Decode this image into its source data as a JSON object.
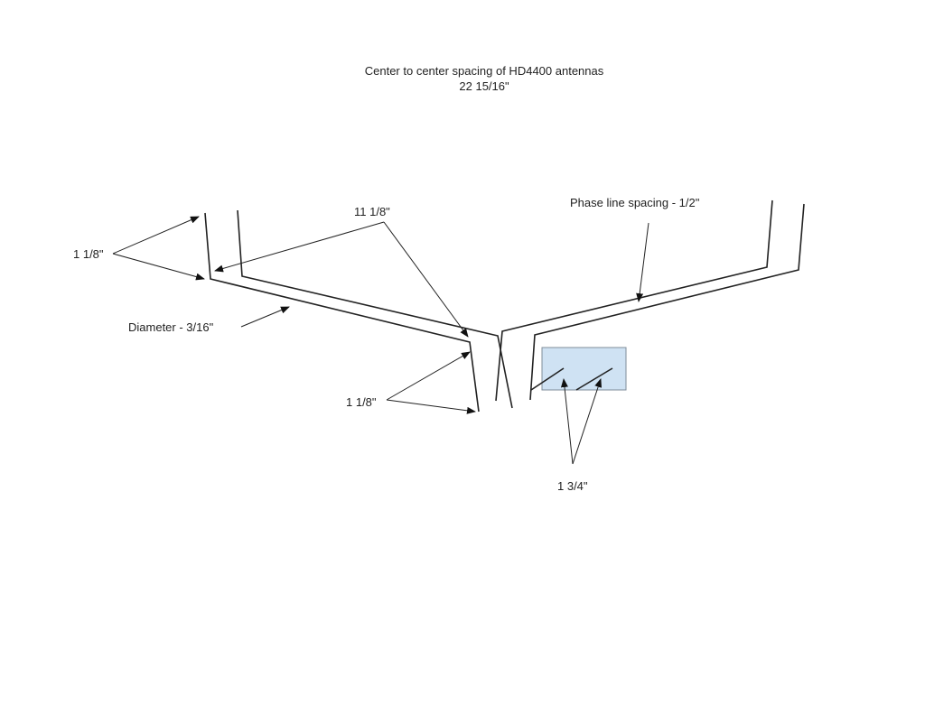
{
  "title": {
    "line1": "Center to center spacing of HD4400 antennas",
    "line2": "22 15/16\""
  },
  "labels": {
    "upper_left_gap": "1 1/8\"",
    "length": "11 1/8\"",
    "diameter": "Diameter - 3/16\"",
    "lower_gap": "1 1/8\"",
    "phase_spacing": "Phase line spacing - 1/2\"",
    "box_spacing": "1 3/4\""
  },
  "colors": {
    "box_fill": "#cfe2f3",
    "box_stroke": "#7f8c99",
    "line": "#222222"
  }
}
